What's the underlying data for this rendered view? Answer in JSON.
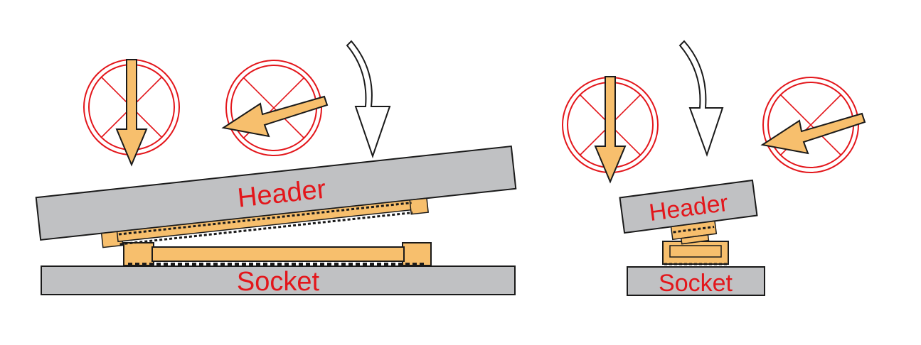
{
  "diagram": {
    "left_assembly": {
      "header_label": "Header",
      "socket_label": "Socket"
    },
    "right_assembly": {
      "header_label": "Header",
      "socket_label": "Socket"
    },
    "colors": {
      "board": "#c0c1c3",
      "connector": "#f7bf6d",
      "prohibited": "#e3161b",
      "outline": "#1a1a1a"
    },
    "icons": [
      "prohibited-vertical-icon",
      "prohibited-angled-icon",
      "correct-rotation-arrow-icon"
    ]
  }
}
